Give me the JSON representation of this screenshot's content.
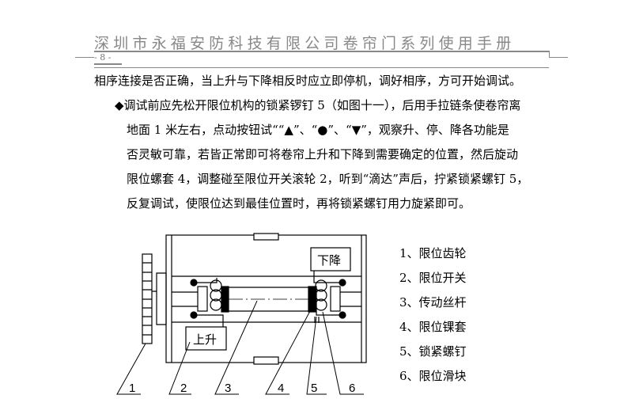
{
  "header": {
    "title": "深圳市永福安防科技有限公司卷帘门系列使用手册",
    "page": "- 8 -"
  },
  "body": {
    "lines": [
      "相序连接是否正确，当上升与下降相反时应立即停机，调好相序，方可开始调试。",
      "◆调试前应先松开限位机构的锁紧锣钉 5（如图十一），后用手拉链条使卷帘离",
      "地面 1 米左右，点动按钮试““▲”、“●”、“▼”，观察升、停、降各功能是",
      "否灵敏可靠，若皆正常即可将卷帘上升和下降到需要确定的位置，然后旋动",
      "限位螺套 4，调整碰至限位开关滚轮 2，听到“滴达”声后，拧紧锁紧螺钉 5，",
      "反复调试，使限位达到最佳位置时，再将锁紧螺钉用力旋紧即可。"
    ]
  },
  "figure": {
    "down_label": "下降",
    "up_label": "上升",
    "numbers": [
      "1",
      "2",
      "3",
      "4",
      "5",
      "6"
    ]
  },
  "legend": [
    "1、限位齿轮",
    "2、限位开关",
    "3、传动丝杆",
    "4、限位锞套",
    "5、锁紧螺钉",
    "6、限位滑块"
  ]
}
